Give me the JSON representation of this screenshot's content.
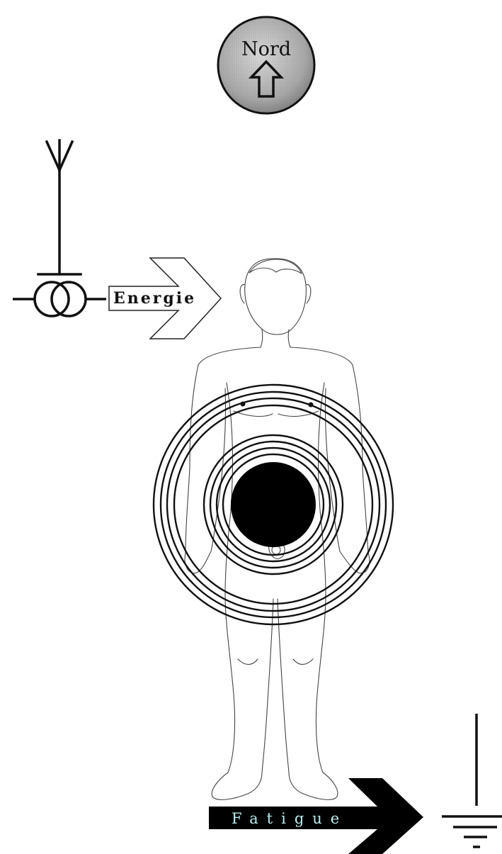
{
  "compass": {
    "label": "Nord",
    "icon": "north-arrow-icon"
  },
  "input": {
    "label": "Energie",
    "icons": [
      "antenna-icon",
      "transformer-icon",
      "hollow-arrow-icon"
    ]
  },
  "output": {
    "label": "Fatigue",
    "icons": [
      "solid-arrow-icon",
      "ground-icon"
    ]
  },
  "figure": {
    "icons": [
      "human-figure",
      "concentric-rings-icon",
      "dark-core-icon"
    ]
  }
}
